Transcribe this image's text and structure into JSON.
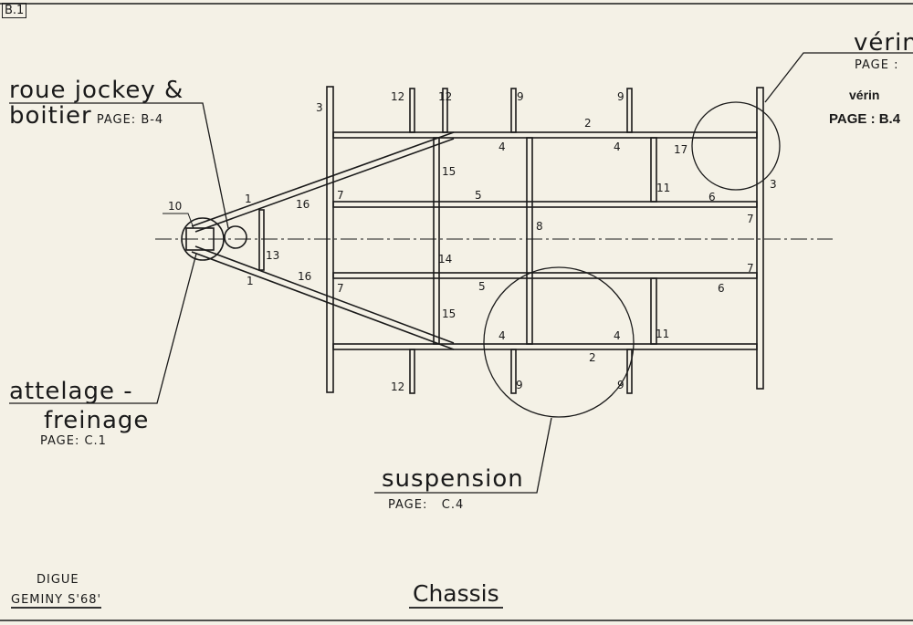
{
  "sheet_id": "B.1",
  "callouts": {
    "jockey": {
      "title_line1": "roue jockey &",
      "title_line2": "boitier",
      "page": "PAGE: B-4"
    },
    "verin": {
      "title": "vérin",
      "page": "PAGE :",
      "overlay_title": "vérin",
      "overlay_page": "PAGE : B.4"
    },
    "attelage": {
      "title_line1": "attelage -",
      "title_line2": "freinage",
      "page": "PAGE: C.1"
    },
    "suspension": {
      "title": "suspension",
      "page": "PAGE:   C.4"
    }
  },
  "footer": {
    "model_quote": "DIGUE",
    "model": "GEMINY S'68'",
    "title": "Chassis"
  },
  "part_numbers": [
    "3",
    "12",
    "12",
    "9",
    "9",
    "2",
    "4",
    "4",
    "17",
    "11",
    "15",
    "1",
    "16",
    "7",
    "5",
    "6",
    "7",
    "3",
    "8",
    "10",
    "13",
    "14",
    "1",
    "16",
    "7",
    "5",
    "6",
    "7",
    "15",
    "4",
    "4",
    "11",
    "2",
    "12",
    "9",
    "9"
  ]
}
